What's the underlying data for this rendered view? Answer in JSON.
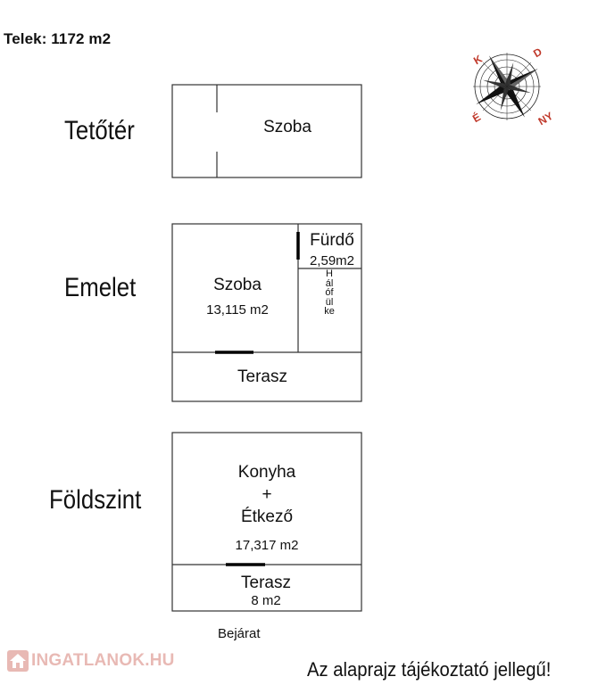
{
  "plot_title": "Telek: 1172 m2",
  "levels": {
    "attic": {
      "label": "Tetőtér",
      "room": "Szoba"
    },
    "upper": {
      "label": "Emelet",
      "room": "Szoba",
      "room_area": "13,115 m2",
      "bath": "Fürdő",
      "bath_area": "2,59m2",
      "alcove": "Hálófülke",
      "terrace": "Terasz"
    },
    "ground": {
      "label": "Földszint",
      "kitchen_line1": "Konyha",
      "kitchen_plus": "+",
      "kitchen_line2": "Étkező",
      "kitchen_area": "17,317 m2",
      "terrace": "Terasz",
      "terrace_area": "8 m2"
    }
  },
  "entrance": "Bejárat",
  "compass_letters": {
    "north": "É",
    "south": "D",
    "east": "K",
    "west": "NY"
  },
  "compass_color": "#c0392b",
  "logo_text": "INGATLANOK.HU",
  "logo_color": "#c0392b",
  "disclaimer": "Az alaprajz tájékoztató jellegű!"
}
